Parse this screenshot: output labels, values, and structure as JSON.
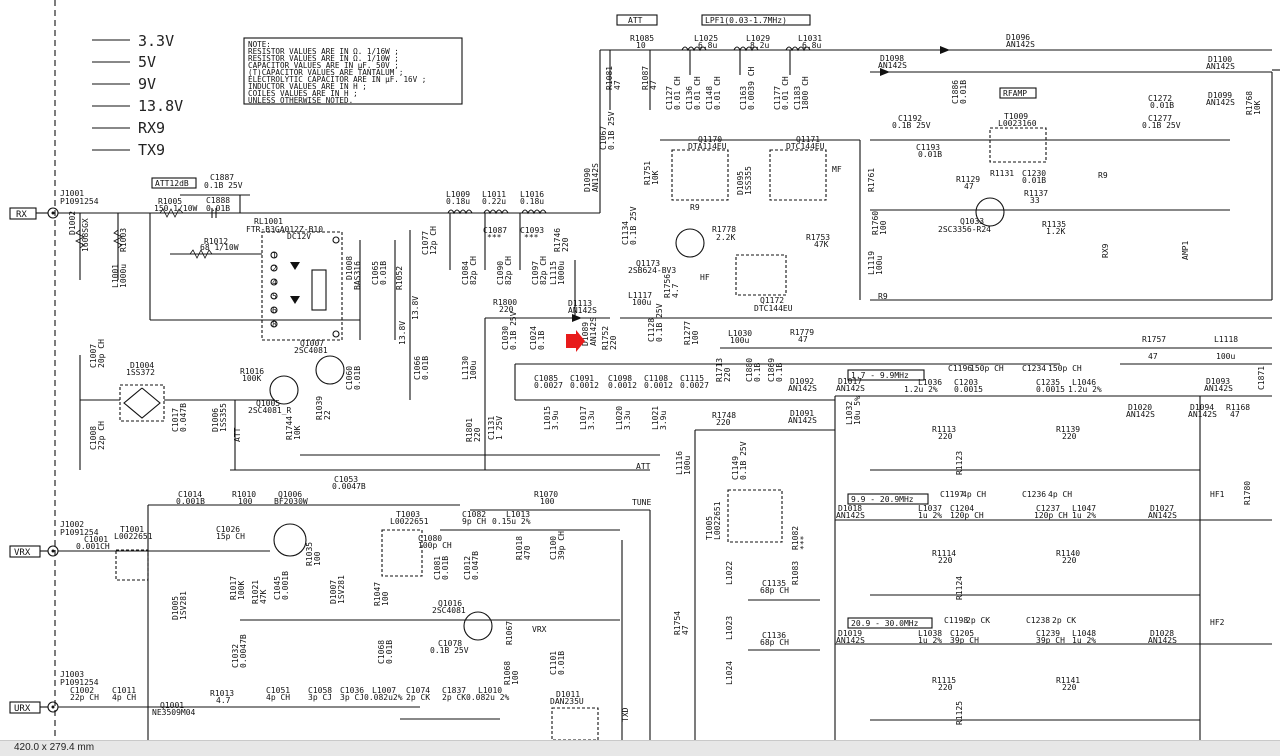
{
  "legend": [
    "3.3V",
    "5V",
    "9V",
    "13.8V",
    "RX9",
    "TX9"
  ],
  "note": {
    "lines": [
      "NOTE:",
      "RESISTOR VALUES ARE IN Ω. 1/16W ;",
      "RESISTOR VALUES ARE IN Ω. 1/10W ;",
      "CAPACITOR VALUES ARE IN μF. 50V ;",
      "(T)CAPACITOR VALUES ARE TANTALUM ;",
      "ELECTROLYTIC CAPACITOR ARE IN μF. 16V ;",
      "INDUCTOR VALUES ARE IN H ;",
      "COILES VALUES ARE IN H ;",
      "UNLESS OTHERWISE NOTED."
    ]
  },
  "connectors": {
    "rx": "RX",
    "vrx": "VRX",
    "urx": "URX",
    "j1001": "J1001",
    "j1001_part": "P1091254",
    "j1002": "J1002",
    "j1002_part": "P1091254",
    "j1003": "J1003",
    "j1003_part": "P1091254"
  },
  "boxes": {
    "att12db": "ATT12dB",
    "att": "ATT",
    "lpf1": "LPF1(0.03-1.7MHz)",
    "rfamp": "RFAMP",
    "band1": "1.7 - 9.9MHz",
    "band2": "9.9 - 20.9MHz",
    "band3": "20.9 - 30.0MHz"
  },
  "labels": {
    "r1005": "R1005",
    "r1005v": "150 1/10W",
    "c1887": "C1887",
    "c1887v": "0.1B 25V",
    "c1888": "C1888",
    "c1888v": "0.01B",
    "rl1001": "RL1001",
    "rl1001v": "FTR-B3GA012Z-B10",
    "rl1001d": "DC12V",
    "r1012": "R1012",
    "r1012v": "68 1/10W",
    "d1002": "D1002",
    "d1002v": "1608SGX",
    "r1003": "R1003",
    "l1001": "L1001",
    "l1001v": "1000u",
    "d1008": "D1008",
    "d1008v": "BAS316",
    "c1065": "C1065",
    "c1065v": "0.01B",
    "r1052": "R1052",
    "v138": "13.8V",
    "c1007": "C1007",
    "c1007v": "20p CH",
    "d1004": "D1004",
    "d1004v": "1SS372",
    "c1008": "C1008",
    "c1008v": "22p CH",
    "c1017": "C1017",
    "c1017v": "0.047B",
    "d1006": "D1006",
    "d1006v": "1SS355",
    "att_sig": "ATT",
    "r1016": "R1016",
    "r1016v": "100K",
    "q1005": "Q1005",
    "q1005v": "2SC4081_R",
    "q1007": "Q1007",
    "q1007v": "2SC4081",
    "r1744": "R1744",
    "r1744v": "10K",
    "r1039": "R1039",
    "r1039v": "22",
    "c1066": "C1066",
    "c1066v": "0.01B",
    "c1060": "C1060",
    "c1060v": "0.01B",
    "l1009": "L1009",
    "l1009v": "0.18u",
    "l1011": "L1011",
    "l1011v": "0.22u",
    "l1016": "L1016",
    "l1016v": "0.18u",
    "c1077": "C1077",
    "c1077v": "12p CH",
    "c1087": "C1087",
    "c1087v": "***",
    "c1093": "C1093",
    "c1093v": "***",
    "r1746": "R1746",
    "r1746v": "220",
    "c1084": "C1084",
    "c1084v": "82p CH",
    "c1090": "C1090",
    "c1090v": "82p CH",
    "c1097": "C1097",
    "c1097v": "82p CH",
    "l1115": "L1115",
    "l1115v": "1000u",
    "r1800": "R1800",
    "r1800v": "220",
    "d1113": "D1113",
    "d1113v": "AN142S",
    "d1090": "D1090",
    "d1090v": "AN142S",
    "r1085": "R1085",
    "r1085v": "10",
    "l1025": "L1025",
    "l1025v": "6.8u",
    "l1029": "L1029",
    "l1029v": "8.2u",
    "l1031": "L1031",
    "l1031v": "6.8u",
    "r1081": "R1081",
    "r1081v": "47",
    "r1087": "R1087",
    "r1087v": "47",
    "c1127": "C1127",
    "c1127v": "0.01 CH",
    "c1136": "C1136",
    "c1136v": "0.01 CH",
    "c1148": "C1148",
    "c1148v": "0.01 CH",
    "c1163": "C1163",
    "c1163v": "0.0039 CH",
    "c1177": "C1177",
    "c1177v": "0.01 CH",
    "c1183": "C1183",
    "c1183v": "1800 CH",
    "d1098": "D1098",
    "d1098v": "AN142S",
    "d1096": "D1096",
    "d1096v": "AN142S",
    "d1100": "D1100",
    "d1100v": "AN142S",
    "d1099": "D1099",
    "d1099v": "AN142S",
    "c1067": "C1067",
    "c1067v": "0.1B 25V",
    "q1170": "Q1170",
    "q1170v": "DTA114EU",
    "q1171": "Q1171",
    "q1171v": "DTC144EU",
    "mf": "MF",
    "r9a": "R9",
    "r9b": "R9",
    "r9c": "R9",
    "r9d": "R9",
    "hf": "HF",
    "d1095": "D1095",
    "d1095v": "1SS355",
    "r1751": "R1751",
    "r1751v": "10K",
    "c1134": "C1134",
    "c1134v": "0.1B 25V",
    "r1778": "R1778",
    "r1778v": "2.2K",
    "q1173": "Q1173",
    "q1173v": "2SB624-BV3",
    "r1753": "R1753",
    "r1753v": "47K",
    "q1172": "Q1172",
    "q1172v": "DTC144EU",
    "l1117": "L1117",
    "l1117v": "100u",
    "r1756": "R1756",
    "r1756v": "4.7",
    "c1128": "C1128",
    "c1128v": "0.1B 25V",
    "r1277": "R1277",
    "r1277v": "100",
    "r1752": "R1752",
    "r1752v": "220",
    "d1089": "D1089",
    "d1089v": "AN142S",
    "l1030": "L1030",
    "l1030v": "100u",
    "r1779": "R1779",
    "r1779v": "47",
    "l1130": "L1130",
    "l1130v": "100u",
    "c1030": "C1030",
    "c1030v": "0.1B 25V",
    "c1024": "C1024",
    "c1024v": "0.1B",
    "c1085": "C1085",
    "c1085v": "0.0027",
    "c1091": "C1091",
    "c1091v": "0.0012",
    "c1098": "C1098",
    "c1098v": "0.0012",
    "c1108": "C1108",
    "c1108v": "0.0012",
    "c1115": "C1115",
    "c1115v": "0.0027",
    "l1015": "L1015",
    "l1015v": "3.9u",
    "l1017": "L1017",
    "l1017v": "3.3u",
    "l1020": "L1020",
    "l1020v": "3.3u",
    "l1021": "L1021",
    "l1021v": "3.9u",
    "r1801": "R1801",
    "r1801v": "220",
    "c1131": "C1131",
    "c1131v": "1 25V",
    "r1713": "R1713",
    "r1713v": "220",
    "c1880": "C1880",
    "c1880v": "0.1B",
    "c1869": "C1869",
    "c1869v": "0.1B",
    "r1748": "R1748",
    "r1748v": "220",
    "d1092": "D1092",
    "d1092v": "AN142S",
    "d1091": "D1091",
    "d1091v": "AN142S",
    "d1017": "D1017",
    "d1017v": "AN142S",
    "l1116": "L1116",
    "l1116v": "100u",
    "c1149": "C1149",
    "c1149v": "0.1B 25V",
    "att_line": "ATT",
    "tune": "TUNE",
    "r1070": "R1070",
    "r1070v": "100",
    "c1014": "C1014",
    "c1014v": "0.001B",
    "r1010": "R1010",
    "r1010v": "100",
    "q1006": "Q1006",
    "q1006v": "BF2030W",
    "c1053": "C1053",
    "c1053v": "0.0047B",
    "t1003": "T1003",
    "t1003v": "L0022651",
    "c1082": "C1082",
    "c1082v": "9p CH",
    "l1013": "L1013",
    "l1013v": "0.15u 2%",
    "c1026": "C1026",
    "c1026v": "15p CH",
    "c1080": "C1080",
    "c1080v": "100p CH",
    "c1081": "C1081",
    "c1081v": "0.01B",
    "c1012": "C1012",
    "c1012v": "0.047B",
    "r1018": "R1018",
    "r1018v": "470",
    "c1100": "C1100",
    "c1100v": "39p CH",
    "j1002_t": "T1001",
    "j1002_tv": "L0022651",
    "c1001": "C1001",
    "c1001v": "0.001CH",
    "r1017": "R1017",
    "r1017v": "100K",
    "r1021": "R1021",
    "r1021v": "47K",
    "c1045": "C1045",
    "c1045v": "0.001B",
    "r1035": "R1035",
    "r1035v": "100",
    "d1007": "D1007",
    "d1007v": "1SV281",
    "r1047": "R1047",
    "r1047v": "100",
    "q1016": "Q1016",
    "q1016v": "2SC4081",
    "c1078": "C1078",
    "c1078v": "0.1B 25V",
    "c1032": "C1032",
    "c1032v": "0.0047B",
    "c1068": "C1068",
    "c1068v": "0.01B",
    "vrx_sig": "VRX",
    "r1067": "R1067",
    "r1068": "R1068",
    "r1068v": "100",
    "c1101": "C1101",
    "c1101v": "0.01B",
    "d1005": "D1005",
    "d1005v": "1SV281",
    "t1005": "T1005",
    "t1005v": "L0022651",
    "c1135": "C1135",
    "c1135v": "68p CH",
    "c1136b": "C1136",
    "c1136bv": "68p CH",
    "r1082": "R1082",
    "r1082v": "***",
    "r1083": "R1083",
    "r1754": "R1754",
    "r1754v": "47",
    "l1022": "L1022",
    "l1023": "L1023",
    "l1024": "L1024",
    "c1002": "C1002",
    "c1002v": "22p CH",
    "c1011": "C1011",
    "c1011v": "4p CH",
    "q1001": "Q1001",
    "q1001v": "NE3509M04",
    "r1013": "R1013",
    "r1013v": "4.7",
    "c1051": "C1051",
    "c1051v": "4p CH",
    "c1058": "C1058",
    "c1058v": "3p CJ",
    "c1036": "C1036",
    "c1036v": "3p CJ",
    "l1007": "L1007",
    "l1007v": "0.082u2%",
    "c1074": "C1074",
    "c1074v": "2p CK",
    "c1837": "C1837",
    "c1837v": "2p CK",
    "l1010": "L1010",
    "l1010v": "0.082u 2%",
    "d1011": "D1011",
    "d1011v": "DAN235U",
    "txd": "TXD",
    "c1196": "C1196",
    "c1196v": "150p CH",
    "c1234": "C1234",
    "c1234v": "150p CH",
    "l1036": "L1036",
    "l1036v": "1.2u 2%",
    "c1203": "C1203",
    "c1203v": "0.0015",
    "c1235": "C1235",
    "c1235v": "0.0015",
    "l1046": "L1046",
    "l1046v": "1.2u 2%",
    "d1020": "D1020",
    "d1020v": "AN142S",
    "d1093": "D1093",
    "d1093v": "AN142S",
    "d1094": "D1094",
    "d1094v": "AN142S",
    "r1113": "R1113",
    "r1113v": "220",
    "r1139": "R1139",
    "r1139v": "220",
    "c1197": "C1197",
    "c1197v": "4p CH",
    "c1236": "C1236",
    "c1236v": "4p CH",
    "c1204": "C1204",
    "c1204v": "120p CH",
    "c1237": "C1237",
    "c1237v": "120p CH",
    "l1037": "L1037",
    "l1037v": "1u 2%",
    "l1047": "L1047",
    "l1047v": "1u 2%",
    "d1018": "D1018",
    "d1018v": "AN142S",
    "d1027": "D1027",
    "d1027v": "AN142S",
    "r1114": "R1114",
    "r1114v": "220",
    "r1140": "R1140",
    "r1140v": "220",
    "hf1": "HF1",
    "hf2": "HF2",
    "c1198": "C1198",
    "c1198v": "2p CK",
    "c1238": "C1238",
    "c1238v": "2p CK",
    "l1038": "L1038",
    "l1038v": "1u 2%",
    "l1048": "L1048",
    "l1048v": "1u 2%",
    "c1205": "C1205",
    "c1205v": "39p CH",
    "c1239": "C1239",
    "c1239v": "39p CH",
    "d1019": "D1019",
    "d1019v": "AN142S",
    "d1028": "D1028",
    "d1028v": "AN142S",
    "r1115": "R1115",
    "r1115v": "220",
    "r1141": "R1141",
    "r1141v": "220",
    "r1123": "R1123",
    "r1124": "R1124",
    "r1125": "R1125",
    "t1009": "T1009",
    "t1009v": "L0023160",
    "c1192": "C1192",
    "c1192v": "0.1B 25V",
    "c1272": "C1272",
    "c1272v": "0.01B",
    "c1277": "C1277",
    "c1277v": "0.1B 25V",
    "c1193": "C1193",
    "c1193v": "0.01B",
    "r1129": "R1129",
    "r1129v": "47",
    "r1131": "R1131",
    "c1230": "C1230",
    "c1230v": "0.01B",
    "r1137": "R1137",
    "r1137v": "33",
    "q1033": "Q1033",
    "q1033v": "2SC3356-R24",
    "r1135": "R1135",
    "r1135v": "1.2K",
    "r1760": "R1760",
    "r1760v": "100",
    "l1119": "L1119",
    "l1119v": "100u",
    "r1761": "R1761",
    "c1886": "C1886",
    "c1886v": "0.01B",
    "rx9": "RX9",
    "amp1": "AMP1",
    "r1757": "R1757",
    "r1757v": "47",
    "l1118": "L1118",
    "l1118v": "100u",
    "r1168": "R1168",
    "r1168v": "47",
    "r1780": "R1780",
    "r1768": "R1768",
    "r1768v": "10K",
    "c1871": "C1871",
    "l1032": "L1032",
    "l1032v": "10u 5%"
  },
  "marker": {
    "color": "#e81b1b",
    "name": "location-marker"
  },
  "statusbar": {
    "dimensions": "420.0 x 279.4 mm"
  }
}
